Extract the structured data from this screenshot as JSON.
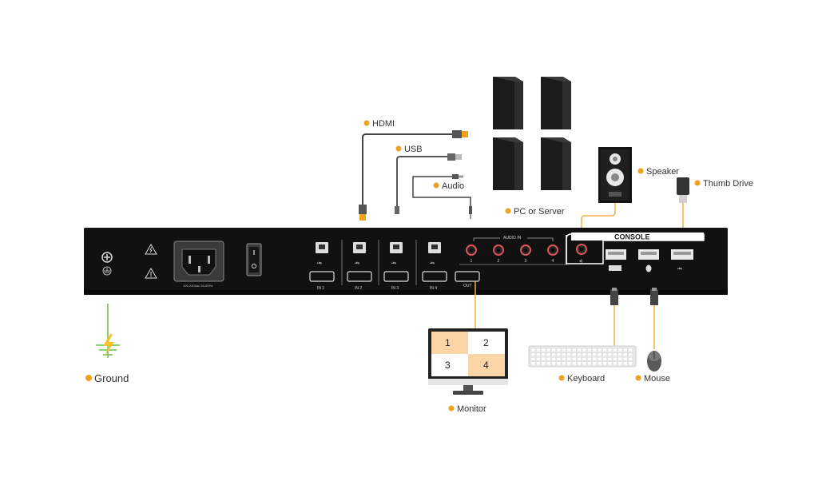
{
  "labels": {
    "hdmi": "HDMI",
    "usb": "USB",
    "audio": "Audio",
    "pc_or_server": "PC or Server",
    "speaker": "Speaker",
    "thumb_drive": "Thumb Drive",
    "ground": "Ground",
    "monitor": "Monitor",
    "keyboard": "Keyboard",
    "mouse": "Mouse"
  },
  "panel": {
    "console_label": "CONSOLE",
    "audio_in_label": "AUDIO IN",
    "audio_in_ports": [
      "1",
      "2",
      "3",
      "4"
    ],
    "hdmi_inputs": [
      "IN 1",
      "IN 2",
      "IN 3",
      "IN 4"
    ],
    "hdmi_out": "OUT",
    "power_rating": "100-240Vac 50-60Hz"
  },
  "monitor_quadrants": [
    "1",
    "2",
    "3",
    "4"
  ],
  "colors": {
    "bullet": "#f0a020",
    "cable_orange": "#f0b040",
    "panel": "#111111",
    "highlight_quadrant": "#fbd5a5",
    "ground_green": "#6bbf4a",
    "ground_bolt": "#f2c12e"
  }
}
